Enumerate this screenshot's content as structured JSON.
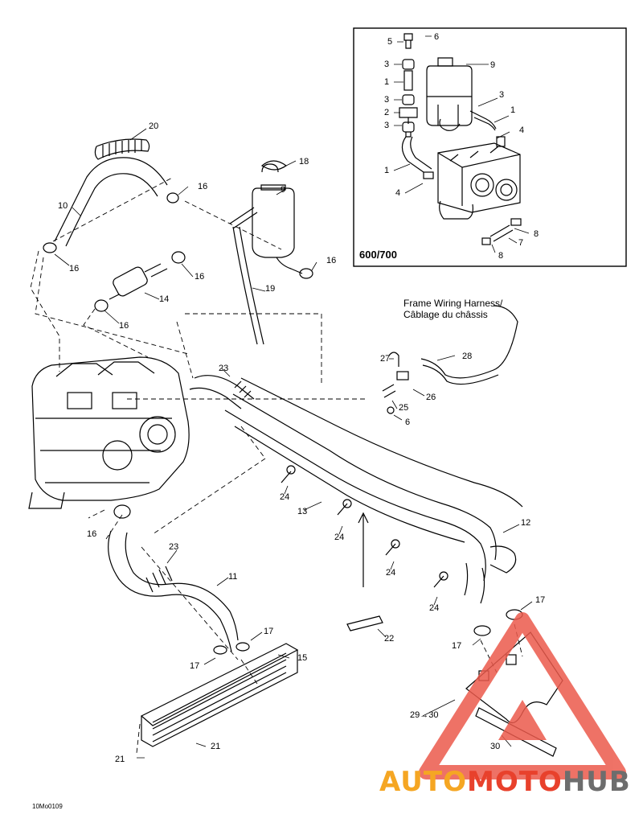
{
  "diagram": {
    "inset": {
      "title": "600/700"
    },
    "harness_label": {
      "line1": "Frame Wiring Harness/",
      "line2": "Câblage du châssis"
    },
    "reference_code": "10Mo0109",
    "callouts": {
      "c20": "20",
      "c18": "18",
      "c9": "9",
      "c10": "10",
      "c16a": "16",
      "c16b": "16",
      "c16c": "16",
      "c16d": "16",
      "c16e": "16",
      "c16f": "16",
      "c14": "14",
      "c19": "19",
      "c23a": "23",
      "c23b": "23",
      "c27": "27",
      "c28": "28",
      "c25": "25",
      "c26": "26",
      "c6": "6",
      "c24a": "24",
      "c24b": "24",
      "c24c": "24",
      "c24d": "24",
      "c13": "13",
      "c12": "12",
      "c11": "11",
      "c17a": "17",
      "c17b": "17",
      "c17c": "17",
      "c17d": "17",
      "c15": "15",
      "c22": "22",
      "c21a": "21",
      "c21b": "21",
      "c29": "29→30",
      "c30": "30"
    },
    "inset_callouts": {
      "i5": "5",
      "i6": "6",
      "i3a": "3",
      "i1a": "1",
      "i3b": "3",
      "i2": "2",
      "i3c": "3",
      "i9": "9",
      "i3d": "3",
      "i1b": "1",
      "i4a": "4",
      "i1c": "1",
      "i4b": "4",
      "i8a": "8",
      "i7": "7",
      "i8b": "8"
    }
  },
  "watermark": {
    "brand_part1": "AUTO",
    "brand_part2": "MOTO",
    "brand_part3": "HUB",
    "colors": {
      "orange": "#f5a623",
      "red": "#e8412c",
      "gray": "#6d6d6d",
      "triangle": "#ec5a4c"
    }
  }
}
